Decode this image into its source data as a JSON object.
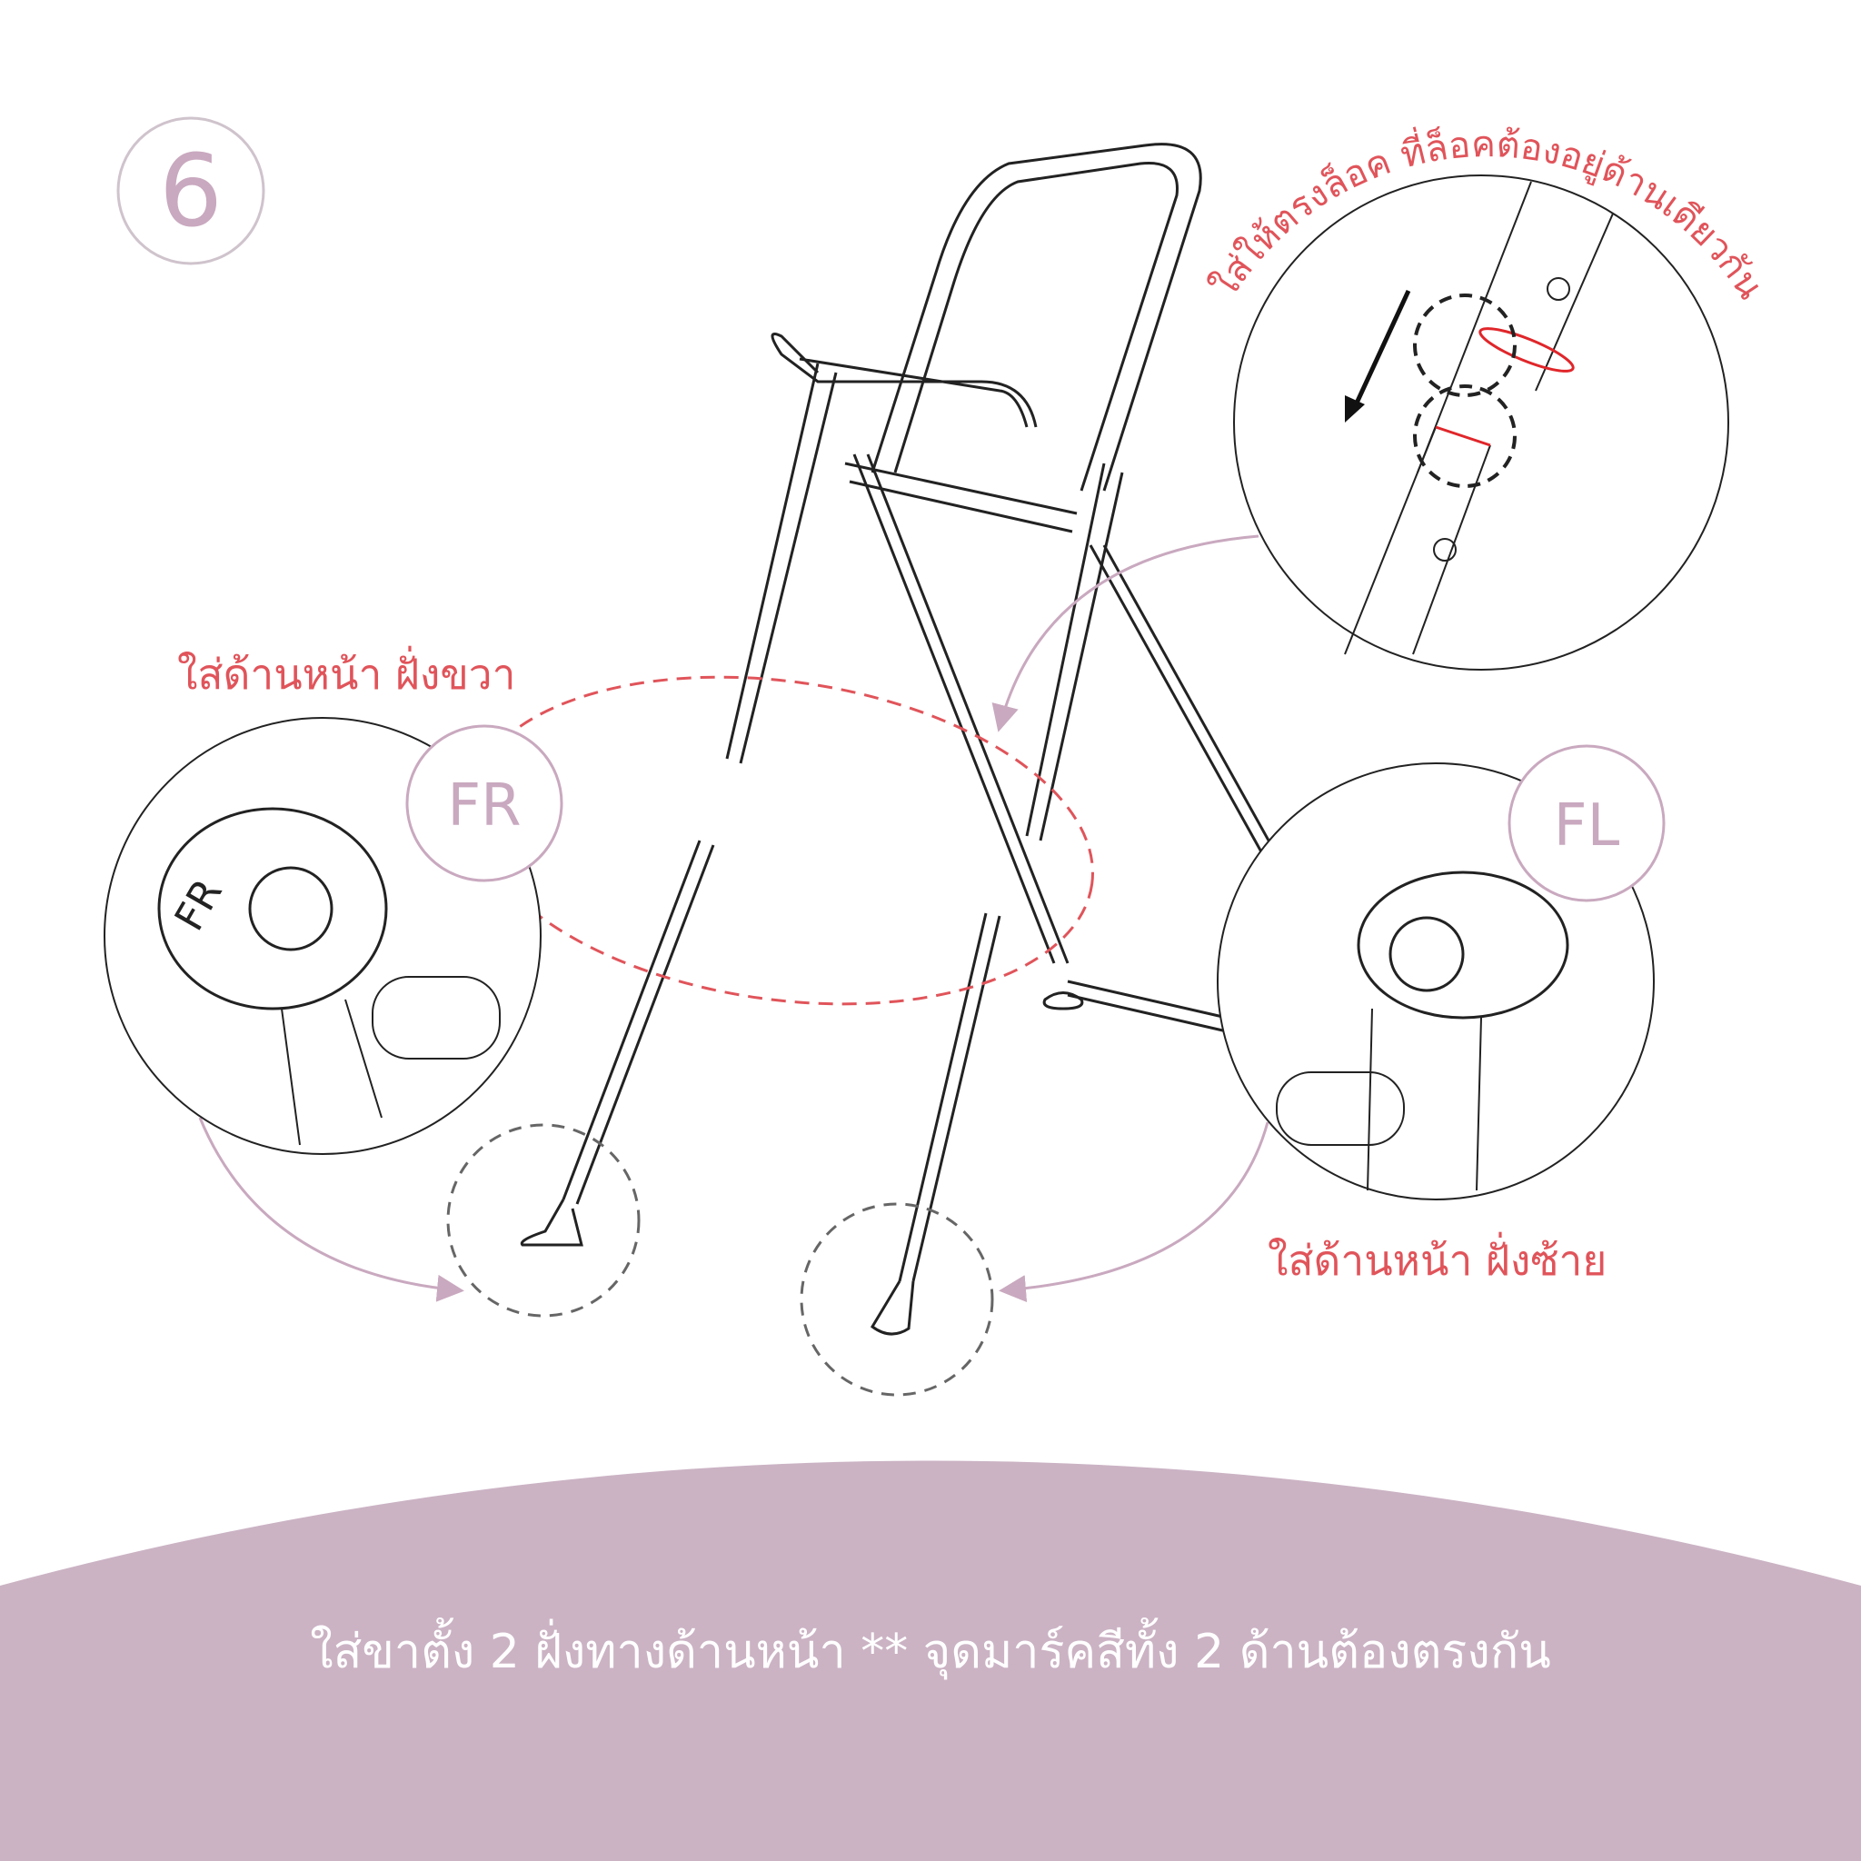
{
  "step": {
    "number": "6"
  },
  "callouts": {
    "lock_note": "ใส่ให้ตรงล็อค ที่ล็อคต้องอยู่ด้านเดียวกัน",
    "front_right": "ใส่ด้านหน้า ฝั่งขวา",
    "front_left": "ใส่ด้านหน้า ฝั่งซ้าย",
    "fr_badge": "FR",
    "fl_badge": "FL"
  },
  "footer": {
    "instruction": "ใส่ขาตั้ง 2 ฝั่งทางด้านหน้า ** จุดมาร์คสีทั้ง 2 ด้านต้องตรงกัน"
  },
  "colors": {
    "accent_red": "#e0545a",
    "mauve": "#cbb3c4",
    "mauve_text": "#c9a9bf",
    "line": "#222222"
  }
}
